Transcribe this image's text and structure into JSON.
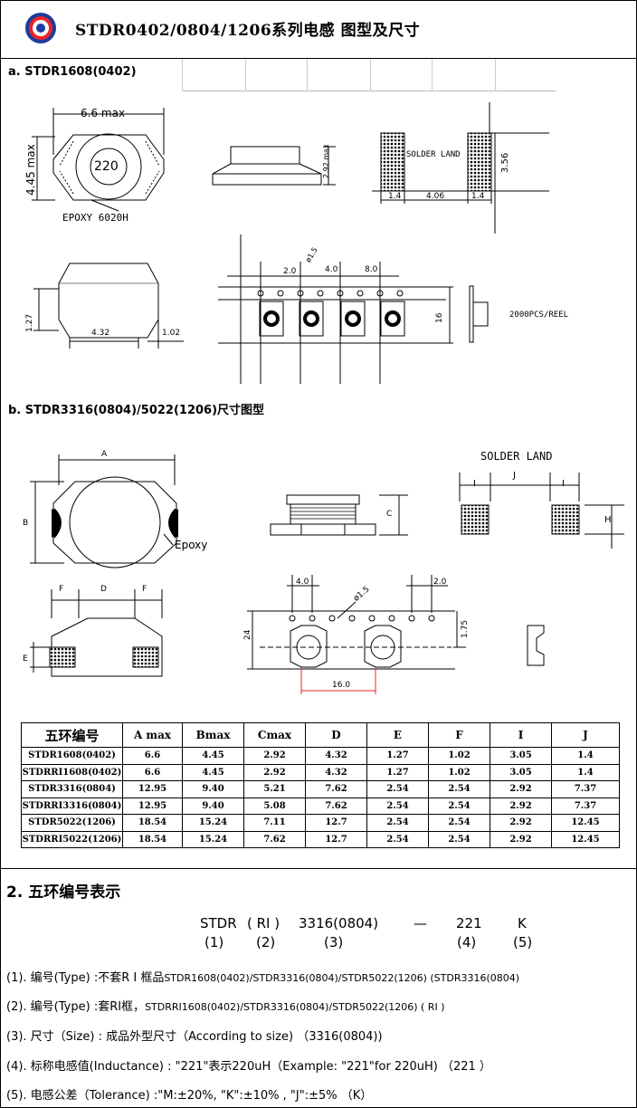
{
  "header": {
    "title": "STDR0402/0804/1206系列电感 图型及尺寸"
  },
  "colors": {
    "logo_outer": "#1e3c9c",
    "logo_ring": "#e8262a",
    "tape_dim": "#e8262a"
  },
  "section_a": {
    "title": "a.  STDR1608(0402)",
    "drawing": {
      "dim_a": "6.6 max",
      "dim_b": "4.45 max",
      "marking": "220",
      "epoxy": "EPOXY 6020H",
      "dim_c": "2.92 max",
      "solder_land": "SOLDER LAND",
      "land_h": "3.56",
      "land_w1": "1.4",
      "land_gap": "4.06",
      "land_w2": "1.4",
      "dim_e": "1.27",
      "dim_d": "4.32",
      "dim_f": "1.02",
      "pitch_2": "2.0",
      "hole": "ø1.5",
      "pitch_4": "4.0",
      "pitch_8": "8.0",
      "tape_w": "16",
      "reel": "2000PCS/REEL"
    }
  },
  "section_b": {
    "title": "b.  STDR3316(0804)/5022(1206)尺寸图型",
    "drawing": {
      "a": "A",
      "b": "B",
      "epoxy": "Epoxy",
      "c": "C",
      "solder_land": "SOLDER  LAND",
      "i1": "I",
      "j": "J",
      "i2": "I",
      "h": "H",
      "f1": "F",
      "d": "D",
      "f2": "F",
      "e": "E",
      "pitch_4": "4.0",
      "hole": "ø1.5",
      "pitch_2": "2.0",
      "tape_w": "24",
      "offset": "1.75",
      "pitch_16": "16.0"
    }
  },
  "table": {
    "headers": [
      "五环编号",
      "A max",
      "Bmax",
      "Cmax",
      "D",
      "E",
      "F",
      "I",
      "J"
    ],
    "rows": [
      [
        "STDR1608(0402)",
        "6.6",
        "4.45",
        "2.92",
        "4.32",
        "1.27",
        "1.02",
        "3.05",
        "1.4"
      ],
      [
        "STDRRI1608(0402)",
        "6.6",
        "4.45",
        "2.92",
        "4.32",
        "1.27",
        "1.02",
        "3.05",
        "1.4"
      ],
      [
        "STDR3316(0804)",
        "12.95",
        "9.40",
        "5.21",
        "7.62",
        "2.54",
        "2.54",
        "2.92",
        "7.37"
      ],
      [
        "STDRRI3316(0804)",
        "12.95",
        "9.40",
        "5.08",
        "7.62",
        "2.54",
        "2.54",
        "2.92",
        "7.37"
      ],
      [
        "STDR5022(1206)",
        "18.54",
        "15.24",
        "7.11",
        "12.7",
        "2.54",
        "2.54",
        "2.92",
        "12.45"
      ],
      [
        "STDRRI5022(1206)",
        "18.54",
        "15.24",
        "7.62",
        "12.7",
        "2.54",
        "2.54",
        "2.92",
        "12.45"
      ]
    ]
  },
  "section_2": {
    "title": "2. 五环编号表示",
    "code_parts": [
      "STDR",
      "( RI )",
      "3316(0804)",
      "—",
      "221",
      "K"
    ],
    "code_index": [
      "(1)",
      "(2)",
      "(3)",
      "(4)",
      "(5)"
    ],
    "lines": [
      {
        "main": "(1). 编号(Type) :不套R I 框品",
        "small": "STDR1608(0402)/STDR3316(0804)/STDR5022(1206) (STDR3316(0804)"
      },
      {
        "main": "(2). 编号(Type) :套RI框，",
        "small": "STDRRI1608(0402)/STDR3316(0804)/STDR5022(1206) ( RI )"
      },
      {
        "main": "(3). 尺寸（Size) : 成品外型尺寸（According to size) （3316(0804))",
        "small": ""
      },
      {
        "main": "(4). 标称电感值(Inductance) : \"221\"表示220uH（Example: \"221\"for 220uH) （221 ）",
        "small": ""
      },
      {
        "main": "(5). 电感公差（Tolerance) :\"M:±20%, \"K\":±10% , \"J\":±5% （K）",
        "small": ""
      }
    ]
  }
}
